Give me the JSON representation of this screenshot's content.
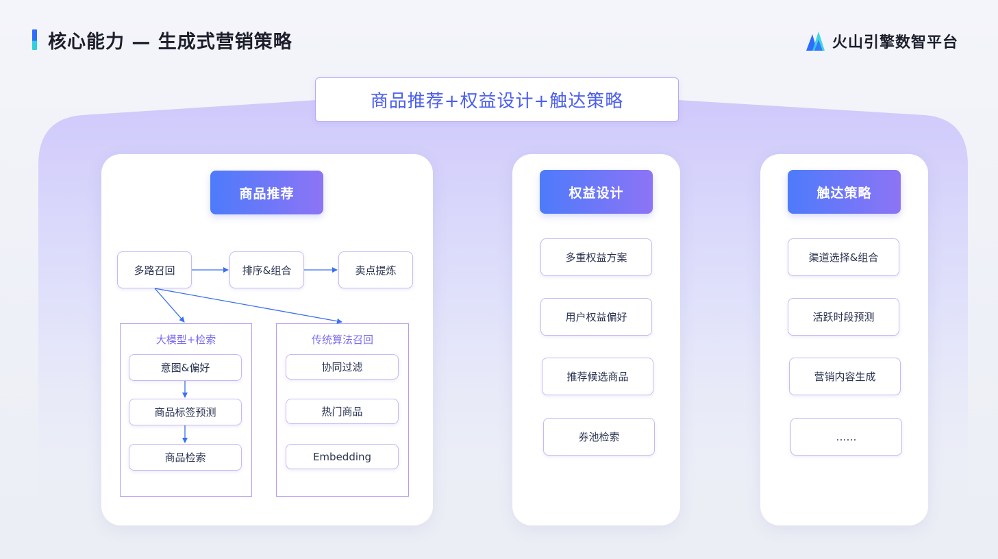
{
  "header": {
    "title": "核心能力 — 生成式营销策略",
    "brand": "火山引擎数智平台"
  },
  "top": {
    "label": "商品推荐+权益设计+触达策略"
  },
  "recommend": {
    "title": "商品推荐",
    "flow": [
      "多路召回",
      "排序&组合",
      "卖点提炼"
    ],
    "llm_group": {
      "title": "大模型+检索",
      "items": [
        "意图&偏好",
        "商品标签预测",
        "商品检索"
      ]
    },
    "trad_group": {
      "title": "传统算法召回",
      "items": [
        "协同过滤",
        "热门商品",
        "Embedding"
      ]
    }
  },
  "benefit": {
    "title": "权益设计",
    "items": [
      "多重权益方案",
      "用户权益偏好",
      "推荐候选商品",
      "券池检索"
    ]
  },
  "reach": {
    "title": "触达策略",
    "items": [
      "渠道选择&组合",
      "活跃时段预测",
      "营销内容生成",
      "……"
    ]
  },
  "colors": {
    "accent_blue": "#4d7bfb",
    "accent_purple": "#8d74f5",
    "arrow": "#3a6ff0",
    "node_border": "#c8b9f3"
  }
}
